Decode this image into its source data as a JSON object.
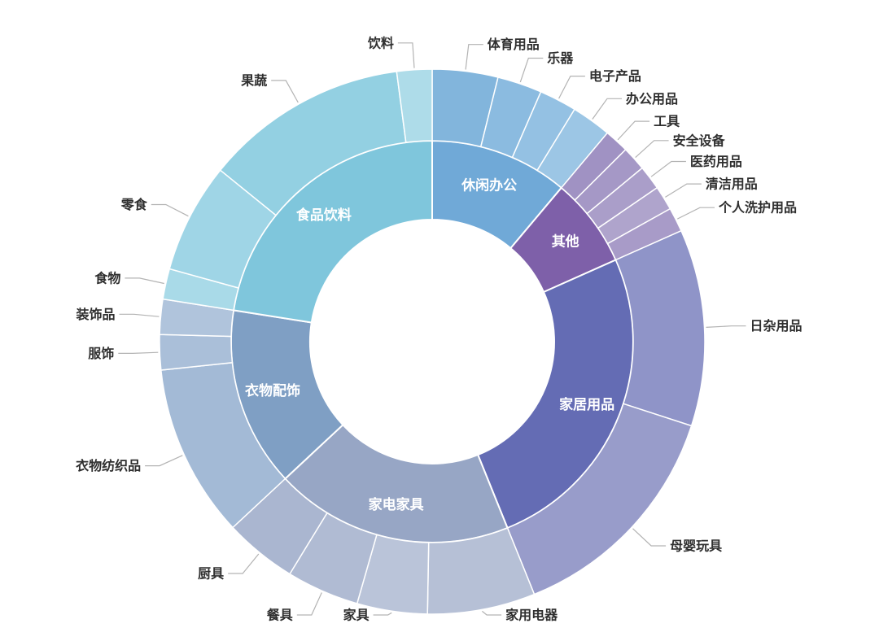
{
  "chart_data": {
    "type": "sunburst",
    "title": "",
    "center": [
      531,
      420
    ],
    "radii": {
      "hole": 150,
      "inner": 247,
      "outer": 335
    },
    "start_angle_deg": 0,
    "angle_unit": "degrees_clockwise_from_top",
    "total_angle": 360,
    "styles": {
      "background": "#ffffff",
      "segment_border": "#ffffff",
      "leader_line_color": "#b3b3b3",
      "outer_label_color": "#2f2f2f",
      "inner_label_color": "#ffffff"
    },
    "categories": [
      {
        "name": "休闲办公",
        "angle": 40,
        "color": "#70a9d7",
        "children": [
          {
            "name": "体育用品",
            "angle": 14,
            "color": "#82b5dc"
          },
          {
            "name": "乐器",
            "angle": 9.5,
            "color": "#8bbbe0"
          },
          {
            "name": "电子产品",
            "angle": 8,
            "color": "#94c1e3"
          },
          {
            "name": "办公用品",
            "angle": 8.5,
            "color": "#9cc6e5"
          }
        ]
      },
      {
        "name": "其他",
        "angle": 26,
        "color": "#7e60a9",
        "children": [
          {
            "name": "工具",
            "angle": 5.2,
            "color": "#a092c3"
          },
          {
            "name": "安全设备",
            "angle": 5.2,
            "color": "#a598c6"
          },
          {
            "name": "医药用品",
            "angle": 5.2,
            "color": "#aa9ec9"
          },
          {
            "name": "清洁用品",
            "angle": 5.2,
            "color": "#afa4cc"
          },
          {
            "name": "个人洗护用品",
            "angle": 5.2,
            "color": "#a89bc8"
          }
        ]
      },
      {
        "name": "家居用品",
        "angle": 92,
        "color": "#646cb4",
        "children": [
          {
            "name": "日杂用品",
            "angle": 42,
            "color": "#8f94c8"
          },
          {
            "name": "母婴玩具",
            "angle": 50,
            "color": "#989cca"
          }
        ]
      },
      {
        "name": "家电家具",
        "angle": 69,
        "color": "#97a6c5",
        "children": [
          {
            "name": "家用电器",
            "angle": 23,
            "color": "#b6c0d6"
          },
          {
            "name": "家具",
            "angle": 15,
            "color": "#bac4d9"
          },
          {
            "name": "餐具",
            "angle": 15.5,
            "color": "#b0bbd3"
          },
          {
            "name": "厨具",
            "angle": 15.5,
            "color": "#aab6d0"
          }
        ]
      },
      {
        "name": "衣物配饰",
        "angle": 52,
        "color": "#7f9fc4",
        "children": [
          {
            "name": "衣物纺织品",
            "angle": 37,
            "color": "#a3bad6"
          },
          {
            "name": "服饰",
            "angle": 7.5,
            "color": "#aabfd9"
          },
          {
            "name": "装饰品",
            "angle": 7.5,
            "color": "#b0c4dc"
          }
        ]
      },
      {
        "name": "食品饮料",
        "angle": 81,
        "color": "#7fc6dc",
        "children": [
          {
            "name": "食物",
            "angle": 6.5,
            "color": "#a9dae8"
          },
          {
            "name": "零食",
            "angle": 23.5,
            "color": "#9fd5e6"
          },
          {
            "name": "果蔬",
            "angle": 43.5,
            "color": "#93d0e2"
          },
          {
            "name": "饮料",
            "angle": 7.5,
            "color": "#aedce9"
          }
        ]
      }
    ]
  }
}
